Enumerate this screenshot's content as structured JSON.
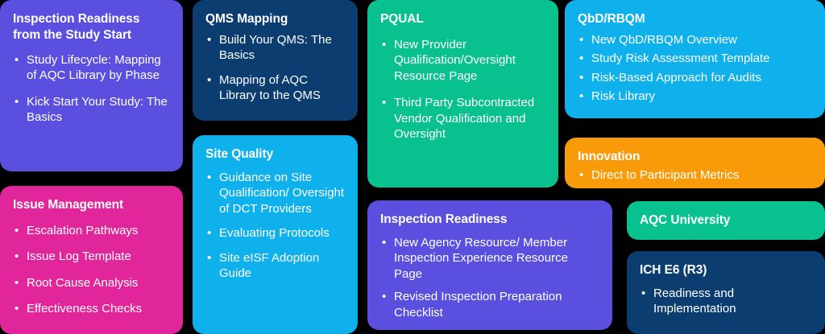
{
  "palette": {
    "background": "#000000",
    "indigo": "#5B4FE0",
    "magenta": "#E0269A",
    "navy": "#0B3D70",
    "cyan": "#0FB1EC",
    "green": "#09C18F",
    "orange": "#F99B09",
    "text_on_card": "#FFFFFF"
  },
  "cards": [
    {
      "id": "inspection-readiness-study-start",
      "title": "Inspection Readiness from the Study Start",
      "color": "#5B4FE0",
      "items": [
        "Study Lifecycle: Mapping of AQC Library by Phase",
        "Kick Start Your Study: The Basics"
      ]
    },
    {
      "id": "issue-management",
      "title": "Issue Management",
      "color": "#E0269A",
      "items": [
        "Escalation Pathways",
        "Issue Log Template",
        "Root Cause Analysis",
        "Effectiveness Checks"
      ]
    },
    {
      "id": "qms-mapping",
      "title": "QMS Mapping",
      "color": "#0B3D70",
      "items": [
        "Build Your QMS: The Basics",
        "Mapping of AQC Library to the QMS"
      ]
    },
    {
      "id": "site-quality",
      "title": "Site Quality",
      "color": "#0FB1EC",
      "items": [
        "Guidance on Site Qualification/ Oversight of DCT Providers",
        "Evaluating Protocols",
        "Site eISF Adoption Guide"
      ]
    },
    {
      "id": "pqual",
      "title": "PQUAL",
      "color": "#09C18F",
      "items": [
        "New Provider Qualification/Oversight Resource Page",
        "Third Party Subcontracted Vendor Qualification and Oversight"
      ]
    },
    {
      "id": "inspection-readiness",
      "title": "Inspection Readiness",
      "color": "#5B4FE0",
      "items": [
        "New Agency Resource/ Member Inspection Experience Resource Page",
        "Revised Inspection Preparation Checklist"
      ]
    },
    {
      "id": "qbd-rbqm",
      "title": "QbD/RBQM",
      "color": "#0FB1EC",
      "items": [
        "New QbD/RBQM Overview",
        "Study Risk Assessment Template",
        "Risk-Based Approach for Audits",
        "Risk Library"
      ]
    },
    {
      "id": "innovation",
      "title": "Innovation",
      "color": "#F99B09",
      "items": [
        "Direct to Participant Metrics"
      ]
    },
    {
      "id": "aqc-university",
      "title": "AQC University",
      "color": "#09C18F",
      "items": []
    },
    {
      "id": "ich-e6-r3",
      "title": "ICH E6 (R3)",
      "color": "#0B3D70",
      "items": [
        "Readiness and Implementation"
      ]
    }
  ],
  "bullet_glyph": "•"
}
